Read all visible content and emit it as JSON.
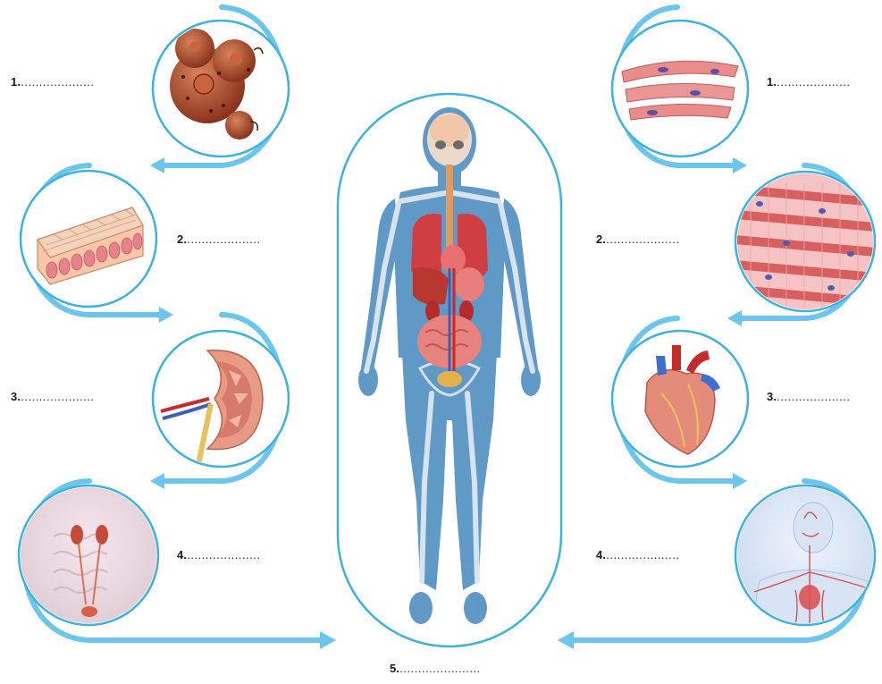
{
  "colors": {
    "flow_line": "#6cc5ec",
    "frame_stroke": "#3fb1dd",
    "body_fill": "#4f8fc0",
    "bone": "#dde8f2",
    "organ_red": "#d94b4b",
    "cell_brown": "#a0442a",
    "muscle_pink": "#e98c8c"
  },
  "labels": {
    "left_1": "1.",
    "left_2": "2.",
    "left_3": "3.",
    "left_4": "4.",
    "right_1": "1.",
    "right_2": "2.",
    "right_3": "3.",
    "right_4": "4.",
    "bottom_5": "5.",
    "blank_long": "......................",
    "blank_short": "...................."
  },
  "icons": {
    "left": [
      "cells-icon",
      "epithelial-tissue-icon",
      "kidney-icon",
      "urinary-system-icon"
    ],
    "right": [
      "muscle-cells-icon",
      "cardiac-muscle-tissue-icon",
      "heart-icon",
      "circulatory-system-icon"
    ],
    "center": "human-body-organism-icon"
  }
}
